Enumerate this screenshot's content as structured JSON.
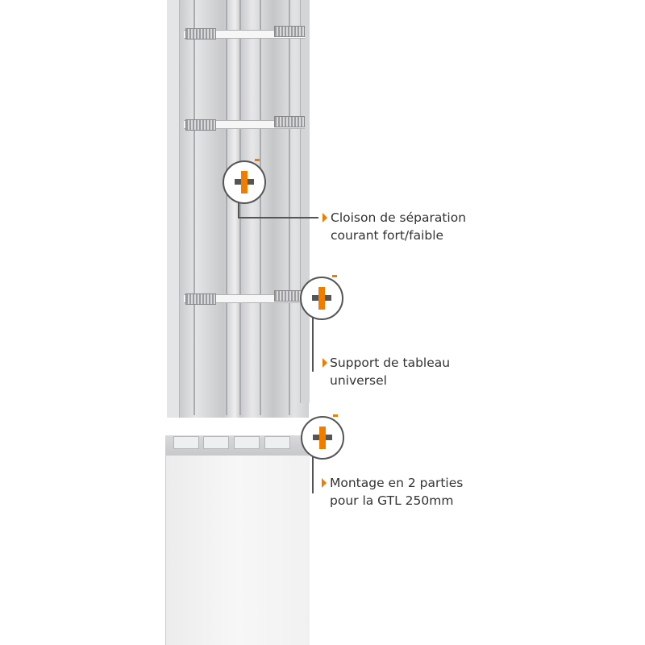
{
  "accent_color": "#f07d00",
  "callouts": [
    {
      "line1": "Cloison de séparation",
      "line2": "courant fort/faible",
      "icon": "plus-icon"
    },
    {
      "line1": "Support de tableau",
      "line2": "universel",
      "icon": "plus-icon"
    },
    {
      "line1": "Montage en 2 parties",
      "line2": "pour la GTL 250mm",
      "icon": "plus-icon"
    }
  ]
}
